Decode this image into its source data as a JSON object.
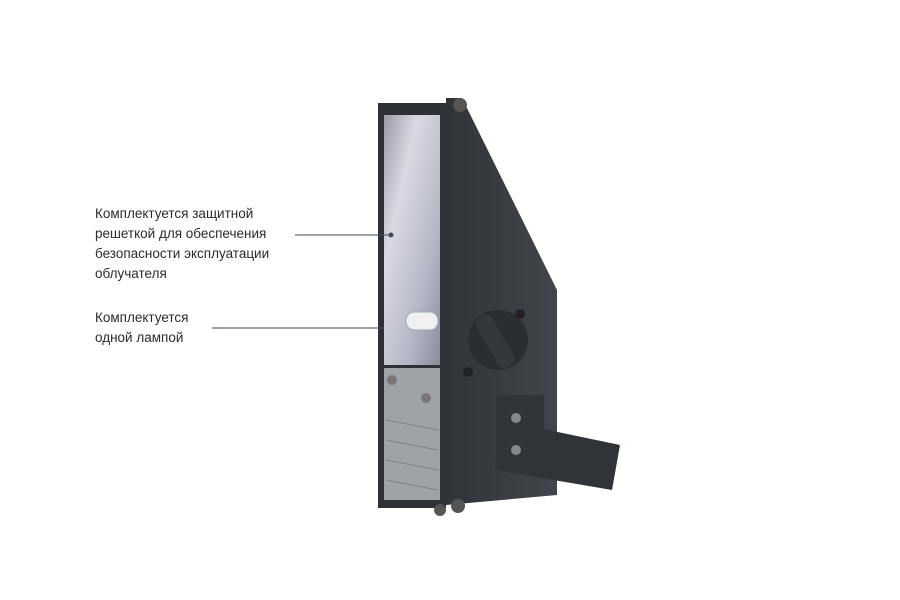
{
  "callouts": [
    {
      "lines": [
        "Комплектуется защитной",
        "решеткой для обеспечения",
        "безопасности эксплуатации",
        "облучателя"
      ]
    },
    {
      "lines": [
        "Комплектуется",
        "одной лампой"
      ]
    }
  ],
  "colors": {
    "housing": "#3a3f45",
    "line": "#3b4a5e",
    "glass": "#c9ccd6"
  }
}
